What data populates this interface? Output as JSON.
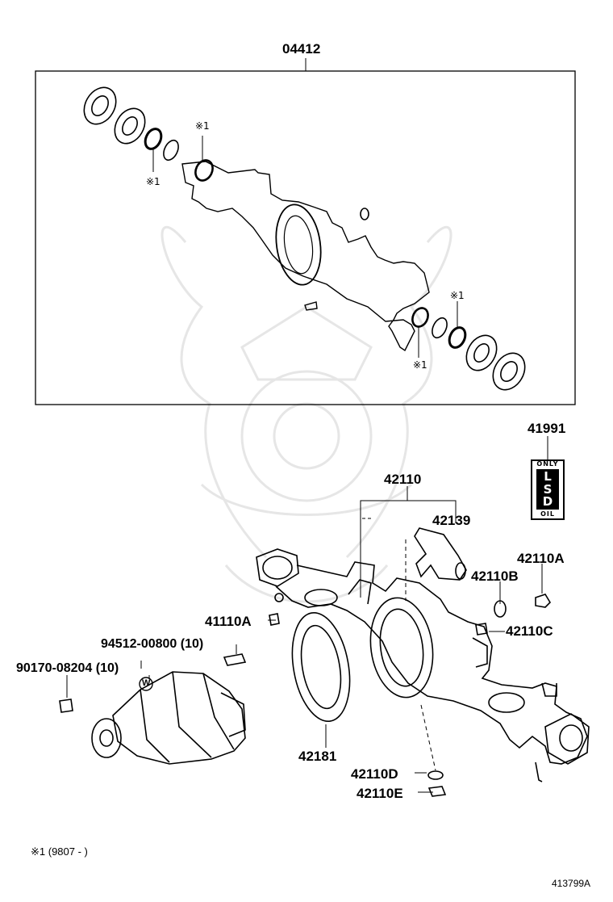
{
  "kit": {
    "number": "04412",
    "marks": [
      "※1",
      "※1",
      "※1",
      "※1"
    ]
  },
  "labels": {
    "lsd_label": "41991",
    "housing": "42110",
    "tube": "42139",
    "fitting_b": "42110B",
    "fitting_a": "42110A",
    "fitting_c": "42110C",
    "stud": "41110A",
    "nut": "94512-00800 (10)",
    "bolt": "90170-08204 (10)",
    "washer_mark": "W",
    "gasket": "42181",
    "plug_d": "42110D",
    "plug_e": "42110E"
  },
  "lsd_plate": {
    "top": "ONLY",
    "middle": "LSD",
    "bottom": "OIL"
  },
  "footnote": "※1 (9807 -        )",
  "figure_number": "413799A"
}
